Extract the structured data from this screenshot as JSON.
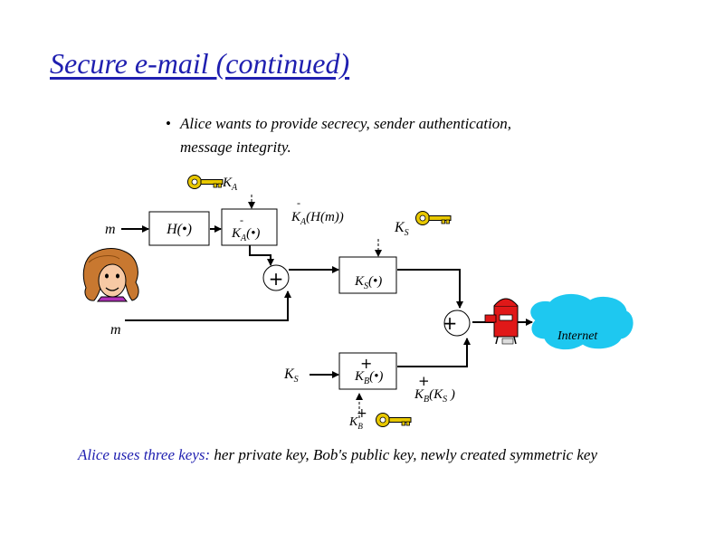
{
  "slide": {
    "title": "Secure e-mail (continued)",
    "bullet_line1": "Alice wants to provide secrecy, sender authentication,",
    "bullet_line2": "message integrity.",
    "footer_highlight": "Alice uses three keys:",
    "footer_rest": " her private key, Bob's public key, newly created symmetric key"
  },
  "diagram": {
    "input_m_top": "m",
    "input_m_bottom": "m",
    "hash_box": "H(•)",
    "sign_box_main": "K",
    "sign_box_sub": "A",
    "sign_box_arg": "(•)",
    "sign_box_sign": "-",
    "key_a_main": "K",
    "key_a_sub": "A",
    "signed_hash_main": "K",
    "signed_hash_sub": "A",
    "signed_hash_arg": "(H(m))",
    "signed_hash_sign": "-",
    "ks_top_main": "K",
    "ks_top_sub": "S",
    "sym_box_main": "K",
    "sym_box_sub": "S",
    "sym_box_arg": "(•)",
    "ks_left_main": "K",
    "ks_left_sub": "S",
    "pub_box_main": "K",
    "pub_box_sub": "B",
    "pub_box_arg": "(•)",
    "pub_box_sign": "+",
    "key_b_main": "K",
    "key_b_sub": "B",
    "key_b_sign": "+",
    "enc_key_main": "K",
    "enc_key_sub": "B",
    "enc_key_arg_open": "(K",
    "enc_key_arg_sub": "S",
    "enc_key_arg_close": " )",
    "enc_key_sign": "+",
    "plus_symbol": "+",
    "internet": "Internet"
  },
  "colors": {
    "title": "#1f1fb0",
    "footer_highlight": "#1f1fb0",
    "internet_cloud": "#1ec8f0",
    "key_gold": "#e8c800",
    "mailbox_red": "#e01818"
  },
  "icons": [
    "alice-face-icon",
    "key-icon",
    "mailbox-icon",
    "internet-cloud-icon"
  ]
}
